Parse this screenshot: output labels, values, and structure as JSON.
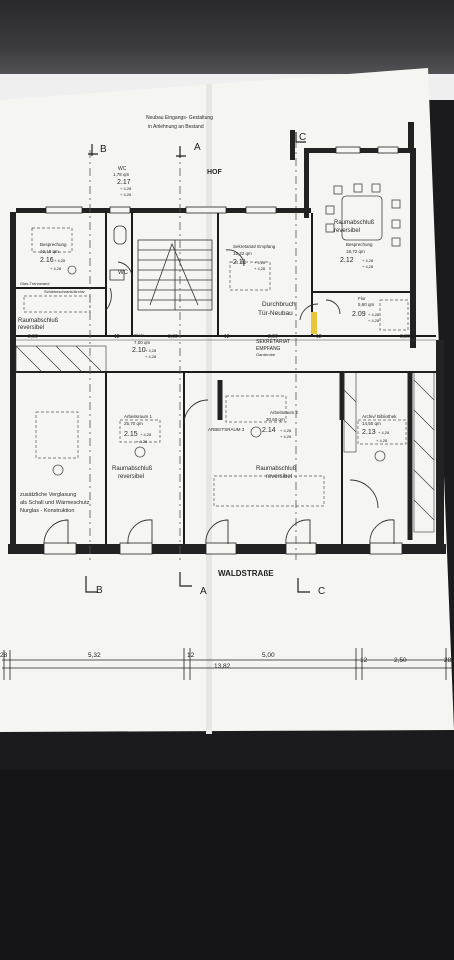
{
  "section_labels": {
    "b": "B",
    "a": "A",
    "c": "C"
  },
  "yard_label": "HOF",
  "street_label": "WALDSTRAßE",
  "entrance_note": [
    "Neubau Eingangs- Gestaltung",
    "in Anlehnung an Bestand"
  ],
  "rooms": {
    "wc": {
      "name": "WC",
      "area": "1,78 qm",
      "number": "2.17",
      "heights": [
        "+ 4,28",
        "+ 4,28"
      ]
    },
    "wc_small": {
      "name": "WC"
    },
    "meeting": {
      "name": "Besprechung",
      "area": "10,10 qm",
      "number": "2.16",
      "heights": [
        "+ 4,28",
        "+ 4,28"
      ]
    },
    "partition": {
      "label": "Glas-Trennwand"
    },
    "cabinet": {
      "label": "Schiebeschrank/Archiv"
    },
    "secretary": {
      "name": "Sekretariat/ Empfang",
      "area": "16,22 qm",
      "number": "2.11",
      "heights": [
        "+ 4,28",
        "+ 4,28"
      ]
    },
    "conference": {
      "name": "Besprechung",
      "area": "18,72 qm",
      "number": "2.12",
      "heights": [
        "+ 4,28",
        "+ 4,28"
      ]
    },
    "hall": {
      "name": "Flur",
      "area": "5,60 qm",
      "number": "2.09",
      "heights": [
        "+ 4,28",
        "+ 4,28"
      ]
    },
    "corridor": {
      "name": "Diele",
      "area": "7,00 qm",
      "number": "2.10",
      "heights": [
        "+ 4,28",
        "+ 4,28"
      ]
    },
    "work1": {
      "name": "Arbeitsraum 1",
      "area": "25,70 qm",
      "number": "2.15",
      "heights": [
        "+ 4,28",
        "+ 4,28"
      ]
    },
    "work2": {
      "name": "Arbeitsraum 2",
      "area": "30,60 qm",
      "number": "2.14",
      "heights": [
        "+ 4,28",
        "+ 4,28"
      ]
    },
    "archive": {
      "name": "Archiv/ Bibliothek",
      "area": "14,50 qm",
      "number": "2.13",
      "heights": [
        "+ 4,28",
        "+ 4,28"
      ]
    }
  },
  "notes": {
    "closure_top_right": [
      "Raumabschluß",
      "reversibel"
    ],
    "closure_left": [
      "Raumabschluß",
      "reversibel"
    ],
    "breakthrough": [
      "Durchbruch",
      "Tür-Neubau"
    ],
    "reception": [
      "SEKRETARIAT",
      "EMPFANG",
      "Garderobe"
    ],
    "workroom3": "ARBEITSRAUM 3",
    "closure_mid": [
      "Raumabschluß",
      "reversibel"
    ],
    "closure_right": [
      "Raumabschluß",
      "reversibel"
    ],
    "glazing": [
      "zusätzliche Verglasung",
      "als Schall und Wärmeschutz",
      "Nurglas - Konstruktion"
    ]
  },
  "inner_dimensions": {
    "left": "2,90",
    "mid1": "12",
    "mid2": "3,60",
    "mid3": "12",
    "right1": "2,90",
    "mid4": "12",
    "right2": "3,30",
    "edge": "28"
  },
  "dimension_chain": {
    "left_end": "28",
    "seg1": "5,32",
    "gap1": "12",
    "seg2": "5,00",
    "gap2": "12",
    "seg3": "2,50",
    "right_end": "28",
    "total": "13,82"
  },
  "colors": {
    "paper": "#f5f5f2",
    "line": "#1c1c1c",
    "text": "#2a2a2a",
    "wall": "#222222",
    "door_accent": "#e8c53a"
  }
}
